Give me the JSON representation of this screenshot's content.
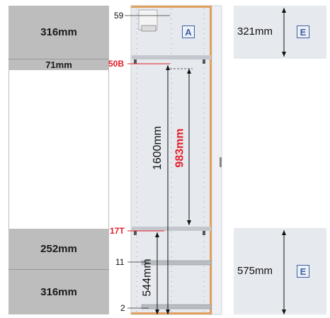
{
  "left_column": {
    "top_block": "316mm",
    "divider_block": "71mm",
    "middle_block": "252mm",
    "bottom_block": "316mm"
  },
  "cabinet": {
    "tag": "A",
    "labels": {
      "top": "59",
      "shelf_upper": "50B",
      "shelf_lower": "17T",
      "low1": "11",
      "low2": "2"
    },
    "dims": {
      "tall": "1600mm",
      "inner": "983mm",
      "lower": "544mm"
    }
  },
  "right_column": {
    "upper": {
      "dim": "321mm",
      "tag": "E"
    },
    "lower": {
      "dim": "575mm",
      "tag": "E"
    }
  },
  "colors": {
    "block_gray": "#bdbdbd",
    "panel_light": "#e6e9ee",
    "cabinet_wood": "#e0a060",
    "accent_red": "#e3202a",
    "tag_blue": "#3c5fa6"
  }
}
